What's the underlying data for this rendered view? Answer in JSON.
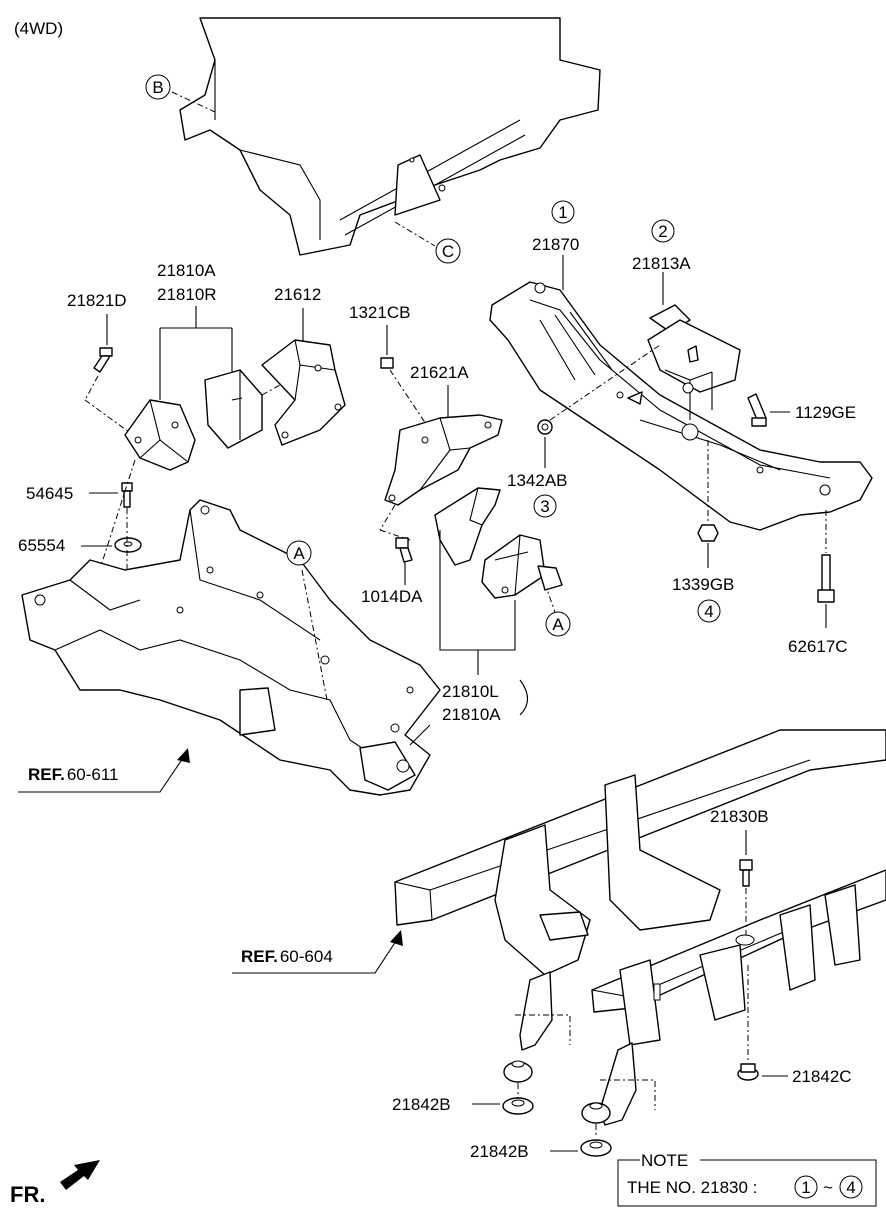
{
  "header": {
    "variant": "(4WD)"
  },
  "callouts": {
    "B": "B",
    "C": "C",
    "A": "A",
    "n1": "1",
    "n2": "2",
    "n3": "3",
    "n4": "4"
  },
  "parts": {
    "p21870": "21870",
    "p21813A": "21813A",
    "p21810A": "21810A",
    "p21810R": "21810R",
    "p21821D": "21821D",
    "p21612": "21612",
    "p1321CB": "1321CB",
    "p21621A": "21621A",
    "p1129GE": "1129GE",
    "p1342AB": "1342AB",
    "p54645": "54645",
    "p65554": "65554",
    "p1014DA": "1014DA",
    "p1339GB": "1339GB",
    "p62617C": "62617C",
    "p21810L": "21810L",
    "p21810A_2": "21810A",
    "p21830B": "21830B",
    "p21842C": "21842C",
    "p21842B": "21842B",
    "p21842B_2": "21842B"
  },
  "refs": {
    "ref1_bold": "REF.",
    "ref1_num": "60-611",
    "ref2_bold": "REF.",
    "ref2_num": "60-604"
  },
  "note": {
    "title": "NOTE",
    "text": "THE NO. 21830 :",
    "from": "1",
    "tilde": "~",
    "to": "4"
  },
  "direction": {
    "label": "FR."
  }
}
